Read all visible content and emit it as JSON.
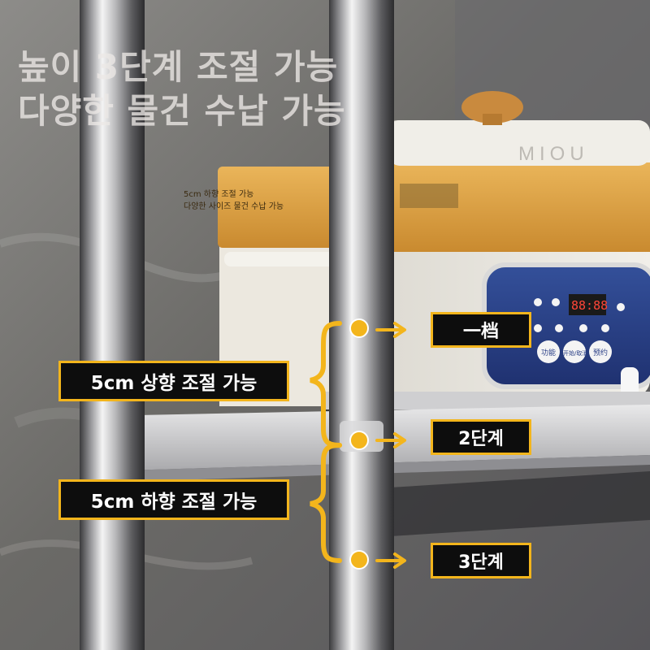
{
  "headline": {
    "line1": "높이 3단계 조절 가능",
    "line2": "다양한 물건 수납 가능"
  },
  "small_note": {
    "line1": "5cm 하향 조절 가능",
    "line2": "다양한 사이즈 물건 수납 가능"
  },
  "appliance": {
    "brand": "MIOU",
    "display": "88:88",
    "buttons": [
      "功能",
      "开始/取消",
      "预约"
    ]
  },
  "callouts": {
    "up_label": "5cm 상향 조절 가능",
    "down_label": "5cm 하향 조절 가능"
  },
  "levels": [
    {
      "label": "一档"
    },
    {
      "label": "2단계"
    },
    {
      "label": "3단계"
    }
  ],
  "colors": {
    "accent": "#f3b51c",
    "tag_background": "#0d0d0d",
    "tag_text": "#ffffff",
    "panel_blue": "#2a3f86",
    "lid_orange": "#e0a64a"
  }
}
